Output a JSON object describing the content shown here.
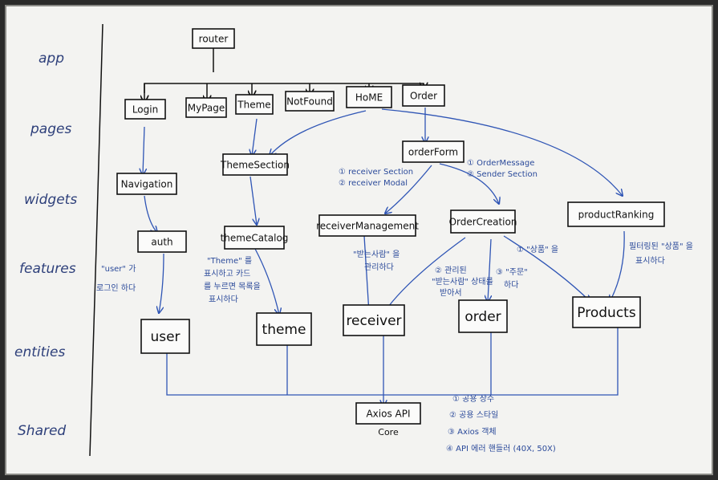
{
  "layers": [
    "app",
    "pages",
    "widgets",
    "features",
    "entities",
    "Shared"
  ],
  "nodes": {
    "router": "router",
    "login": "Login",
    "mypage": "MyPage",
    "theme_page": "Theme",
    "notfound": "NotFound",
    "home": "HoME",
    "order": "Order",
    "navigation": "Navigation",
    "theme_section": "ThemeSection",
    "order_form": "orderForm",
    "receiver_management": "receiverManagement",
    "order_creation": "OrderCreation",
    "product_ranking": "productRanking",
    "auth": "auth",
    "theme_catalog": "themeCatalog",
    "user": "user",
    "theme": "theme",
    "receiver": "receiver",
    "order_entity": "order",
    "products": "Products",
    "axios_api": "Axios API",
    "core": "Core"
  },
  "notes": {
    "orderform_left_1": "① receiver Section",
    "orderform_left_2": "② receiver Modal",
    "orderform_right_1": "① OrderMessage",
    "orderform_right_2": "② Sender Section",
    "auth_note_1": "\"user\" 가",
    "auth_note_2": "로그인 하다",
    "theme_note_1": "\"Theme\" 를",
    "theme_note_2": "표시하고 카드",
    "theme_note_3": "를 누르면 목록을",
    "theme_note_4": "표시하다",
    "receiver_note_1": "\"받는사람\" 을",
    "receiver_note_2": "관리하다",
    "creation_note_1_1": "② 관리된",
    "creation_note_1_2": "\"받는사람\" 상태를",
    "creation_note_1_3": "받아서",
    "creation_note_2_1": "③ \"주문\"",
    "creation_note_2_2": "하다",
    "creation_note_3": "① \"상품\" 을",
    "ranking_note_1": "필터링된 \"상품\" 을",
    "ranking_note_2": "표시하다",
    "shared_1": "① 공용 상수",
    "shared_2": "② 공용 스타일",
    "shared_3": "③ Axios 객체",
    "shared_4": "④ API 에러 핸들러 (40X, 50X)"
  },
  "colors": {
    "ink": "#111111",
    "marker_blue": "#2f55b5",
    "board": "#f3f3f1"
  }
}
